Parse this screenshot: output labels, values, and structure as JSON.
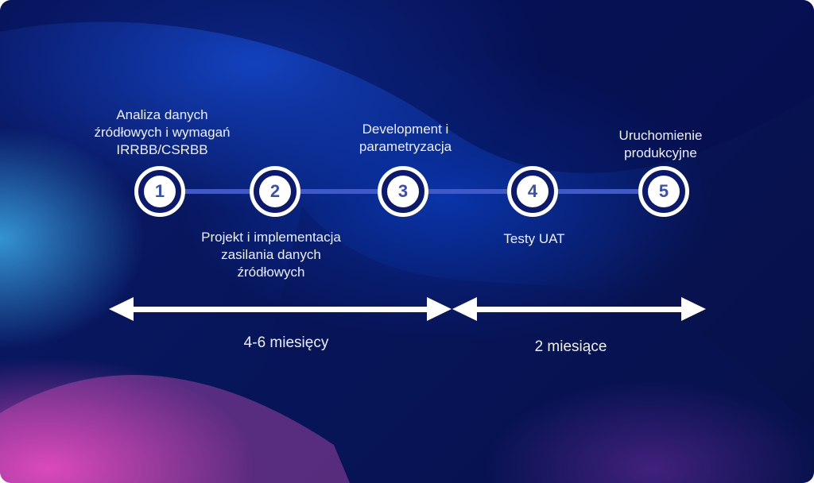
{
  "steps": [
    {
      "number": "1",
      "label": [
        "Analiza danych",
        "źródłowych i wymagań",
        "IRRBB/CSRBB"
      ],
      "position": "above"
    },
    {
      "number": "2",
      "label": [
        "Projekt i implementacja",
        "zasilania danych",
        "źródłowych"
      ],
      "position": "below"
    },
    {
      "number": "3",
      "label": [
        "Development i",
        "parametryzacja"
      ],
      "position": "above"
    },
    {
      "number": "4",
      "label": [
        "Testy UAT"
      ],
      "position": "below"
    },
    {
      "number": "5",
      "label": [
        "Uruchomienie",
        "produkcyjne"
      ],
      "position": "above"
    }
  ],
  "durations": [
    {
      "label": "4-6 miesięcy"
    },
    {
      "label": "2 miesiące"
    }
  ],
  "colors": {
    "line": "#3f5ac8",
    "number": "#3a4fb5",
    "background": "#07155a"
  }
}
